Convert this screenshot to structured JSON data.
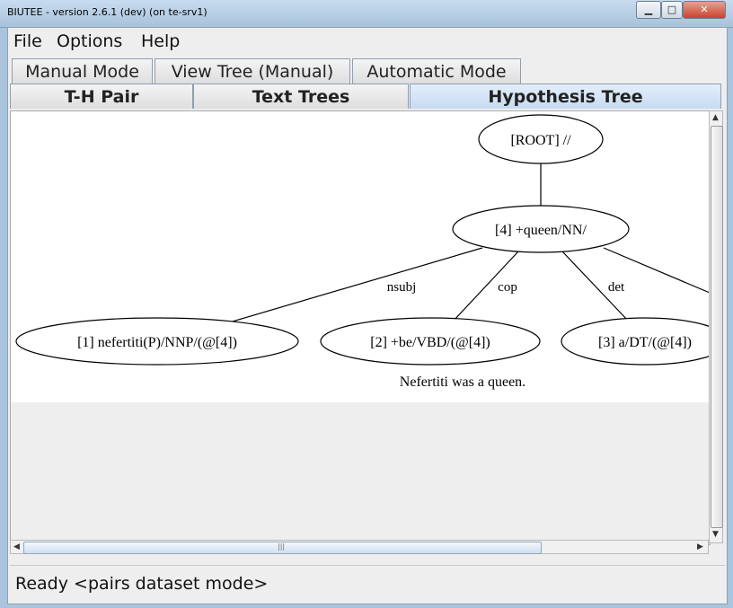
{
  "window": {
    "title": "BIUTEE - version 2.6.1 (dev) (on te-srv1)"
  },
  "menu": [
    "File",
    "Options",
    "Help"
  ],
  "tabs_top": [
    "Manual Mode",
    "View Tree (Manual)",
    "Automatic Mode"
  ],
  "tabs_sub": [
    "T-H Pair",
    "Text Trees",
    "Hypothesis Tree"
  ],
  "selected_sub_tab": "Hypothesis Tree",
  "tree": {
    "nodes": [
      "[ROOT] //",
      "[4] +queen/NN/",
      "[1] nefertiti(P)/NNP/(@[4])",
      "[2] +be/VBD/(@[4])",
      "[3] a/DT/(@[4])"
    ],
    "edges": [
      "nsubj",
      "cop",
      "det"
    ],
    "sentence": "Nefertiti was a queen."
  },
  "status": "Ready <pairs dataset mode>"
}
